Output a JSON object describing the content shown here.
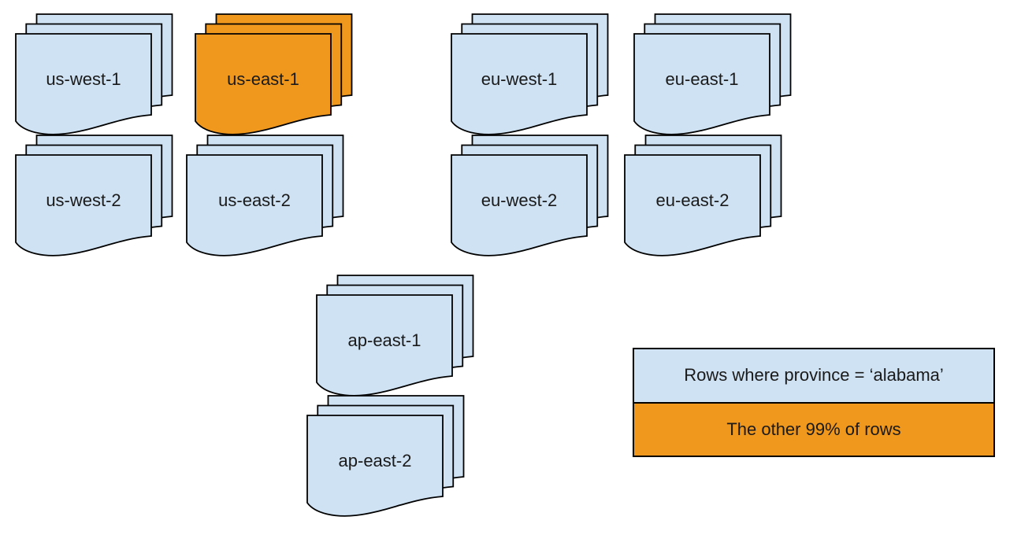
{
  "colors": {
    "region_fill": "#cfe2f3",
    "highlight_fill": "#f0981e",
    "stroke": "#000000",
    "background": "#ffffff"
  },
  "stacks": [
    {
      "label": "us-west-1",
      "highlighted": false
    },
    {
      "label": "us-east-1",
      "highlighted": true
    },
    {
      "label": "eu-west-1",
      "highlighted": false
    },
    {
      "label": "eu-east-1",
      "highlighted": false
    },
    {
      "label": "us-west-2",
      "highlighted": false
    },
    {
      "label": "us-east-2",
      "highlighted": false
    },
    {
      "label": "eu-west-2",
      "highlighted": false
    },
    {
      "label": "eu-east-2",
      "highlighted": false
    },
    {
      "label": "ap-east-1",
      "highlighted": false
    },
    {
      "label": "ap-east-2",
      "highlighted": false
    }
  ],
  "legend": {
    "items": [
      {
        "label": "Rows where province = ‘alabama’",
        "fill": "#cfe2f3"
      },
      {
        "label": "The other 99% of rows",
        "fill": "#f0981e"
      }
    ]
  }
}
